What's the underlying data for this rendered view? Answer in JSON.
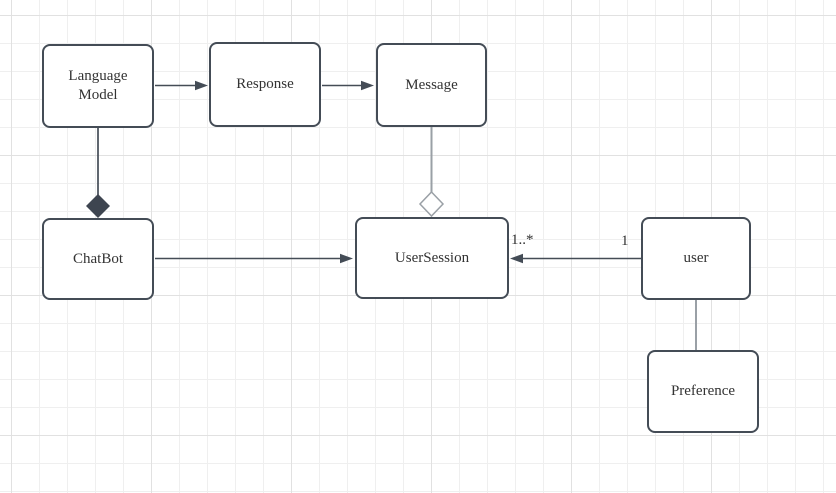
{
  "app": {
    "title": "UML class diagram canvas"
  },
  "colors": {
    "canvas_background": "#ffffff",
    "grid_minor": "#efefef",
    "grid_major": "#e1e1e1",
    "node_fill": "#ffffff",
    "node_border": "#444c56",
    "label_text": "#333333",
    "connector_dark": "#444c56",
    "connector_light": "#9aa0a6"
  },
  "diagram": {
    "nodes": [
      {
        "id": "language-model",
        "label": "Language Model"
      },
      {
        "id": "response",
        "label": "Response"
      },
      {
        "id": "message",
        "label": "Message"
      },
      {
        "id": "chatbot",
        "label": "ChatBot"
      },
      {
        "id": "user-session",
        "label": "UserSession"
      },
      {
        "id": "user",
        "label": "user"
      },
      {
        "id": "preference",
        "label": "Preference"
      }
    ],
    "edges": [
      {
        "from": "Language Model",
        "to": "Response",
        "type": "directed-arrow"
      },
      {
        "from": "Response",
        "to": "Message",
        "type": "directed-arrow"
      },
      {
        "from": "Language Model",
        "to": "ChatBot",
        "type": "composition",
        "filled_diamond_at": "ChatBot"
      },
      {
        "from": "Message",
        "to": "UserSession",
        "type": "aggregation",
        "hollow_diamond_at": "UserSession"
      },
      {
        "from": "ChatBot",
        "to": "UserSession",
        "type": "directed-arrow"
      },
      {
        "from": "user",
        "to": "UserSession",
        "type": "directed-arrow",
        "multiplicity_at_usersession": "1..*",
        "multiplicity_at_user": "1"
      },
      {
        "from": "user",
        "to": "Preference",
        "type": "association"
      }
    ]
  }
}
